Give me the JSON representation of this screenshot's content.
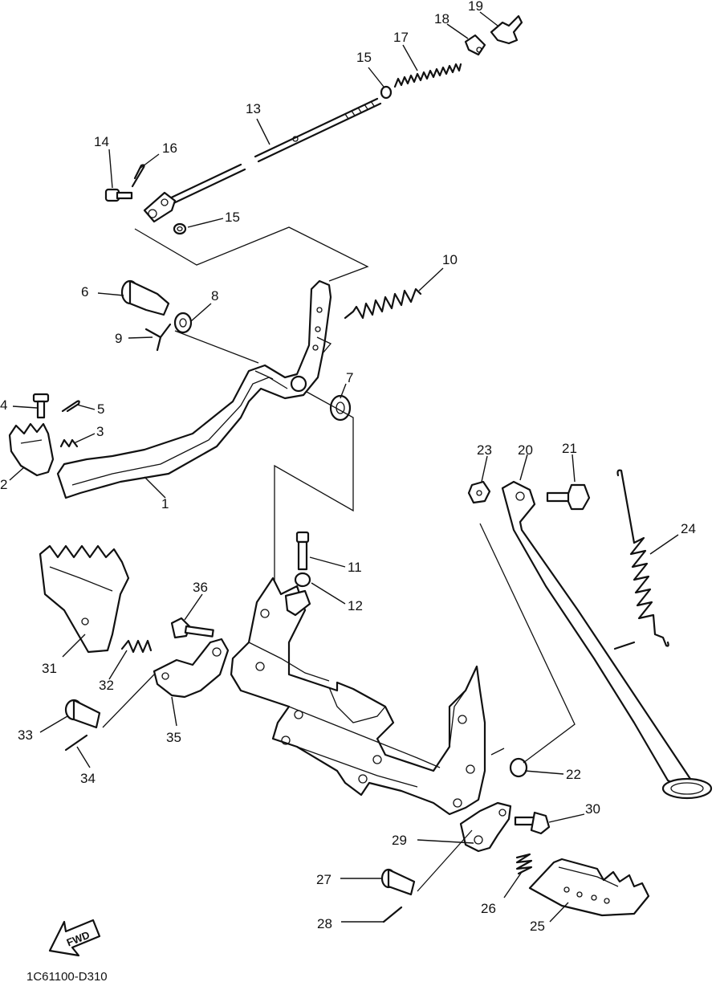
{
  "diagram_code": "1C61100-D310",
  "fwd_label": "FWD",
  "callouts": {
    "c1": "1",
    "c2": "2",
    "c3": "3",
    "c4": "4",
    "c5": "5",
    "c6": "6",
    "c7": "7",
    "c8": "8",
    "c9": "9",
    "c10": "10",
    "c11": "11",
    "c12": "12",
    "c13": "13",
    "c14": "14",
    "c15a": "15",
    "c15b": "15",
    "c16": "16",
    "c17": "17",
    "c18": "18",
    "c19": "19",
    "c20": "20",
    "c21": "21",
    "c22": "22",
    "c23": "23",
    "c24": "24",
    "c25": "25",
    "c26": "26",
    "c27": "27",
    "c28": "28",
    "c29": "29",
    "c30": "30",
    "c31": "31",
    "c32": "32",
    "c33": "33",
    "c34": "34",
    "c35": "35",
    "c36": "36"
  }
}
